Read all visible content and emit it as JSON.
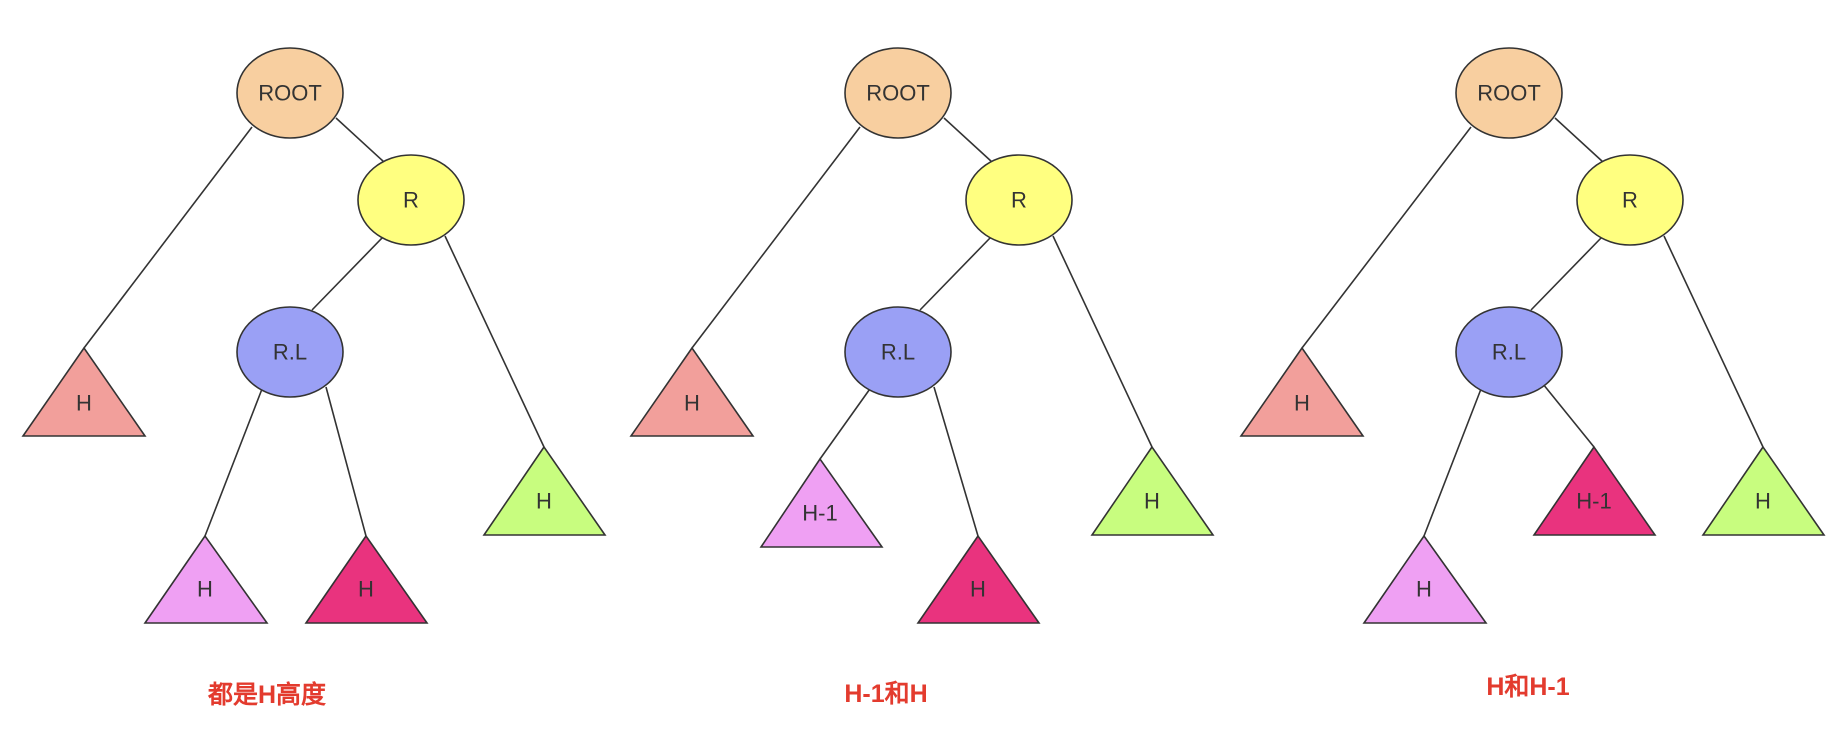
{
  "colors": {
    "root": "#f8cfa0",
    "r": "#ffff80",
    "rl": "#9aa0f5",
    "left_subtree": "#f29f9b",
    "right_subtree": "#c8fd7f",
    "rl_left_subtree": "#efa0f3",
    "rl_right_subtree": "#e9337e",
    "caption": "#e33b2e",
    "edge": "#333333"
  },
  "diagrams": [
    {
      "caption": "都是H高度",
      "root": "ROOT",
      "r": "R",
      "rl": "R.L",
      "left_subtree": "H",
      "right_subtree": "H",
      "rl_left_subtree": "H",
      "rl_right_subtree": "H"
    },
    {
      "caption": "H-1和H",
      "root": "ROOT",
      "r": "R",
      "rl": "R.L",
      "left_subtree": "H",
      "right_subtree": "H",
      "rl_left_subtree": "H-1",
      "rl_right_subtree": "H"
    },
    {
      "caption": "H和H-1",
      "root": "ROOT",
      "r": "R",
      "rl": "R.L",
      "left_subtree": "H",
      "right_subtree": "H",
      "rl_left_subtree": "H",
      "rl_right_subtree": "H-1"
    }
  ]
}
